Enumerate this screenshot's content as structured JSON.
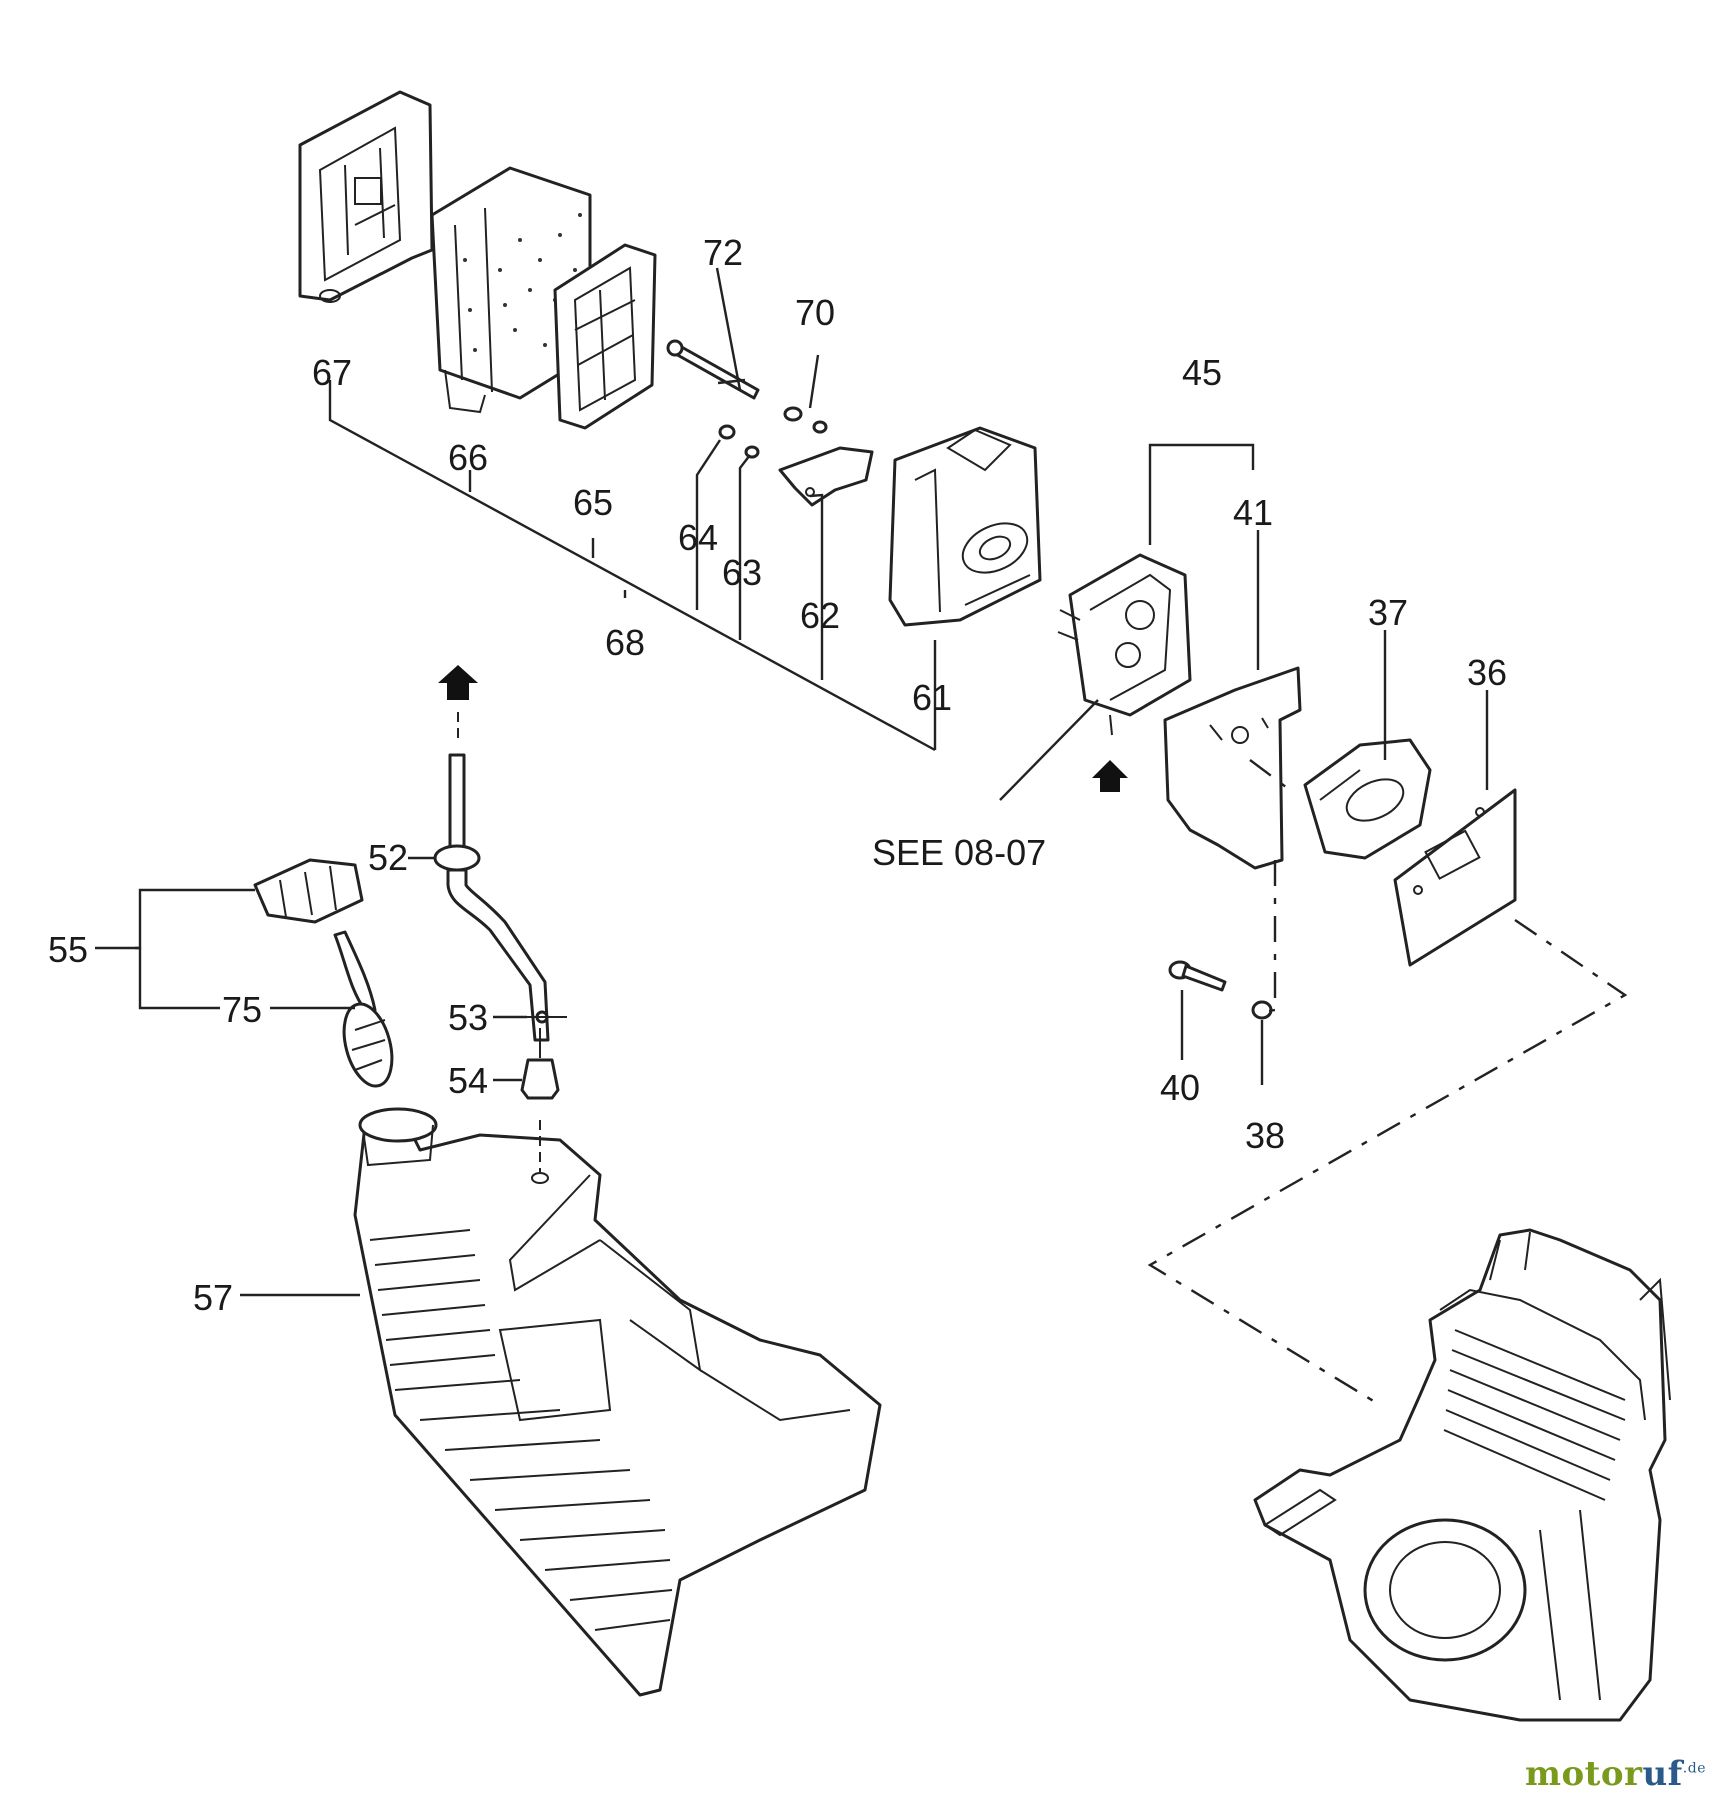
{
  "parts": {
    "p67": "67",
    "p66": "66",
    "p65": "65",
    "p72": "72",
    "p70": "70",
    "p64": "64",
    "p63": "63",
    "p62": "62",
    "p68": "68",
    "p61": "61",
    "p45": "45",
    "p41": "41",
    "p37": "37",
    "p36": "36",
    "p40": "40",
    "p38": "38",
    "p52": "52",
    "p55": "55",
    "p75": "75",
    "p53": "53",
    "p54": "54",
    "p57": "57"
  },
  "see_reference": "SEE 08-07",
  "watermark": {
    "part1": "motor",
    "part2": "uf",
    "suffix": ".de"
  }
}
